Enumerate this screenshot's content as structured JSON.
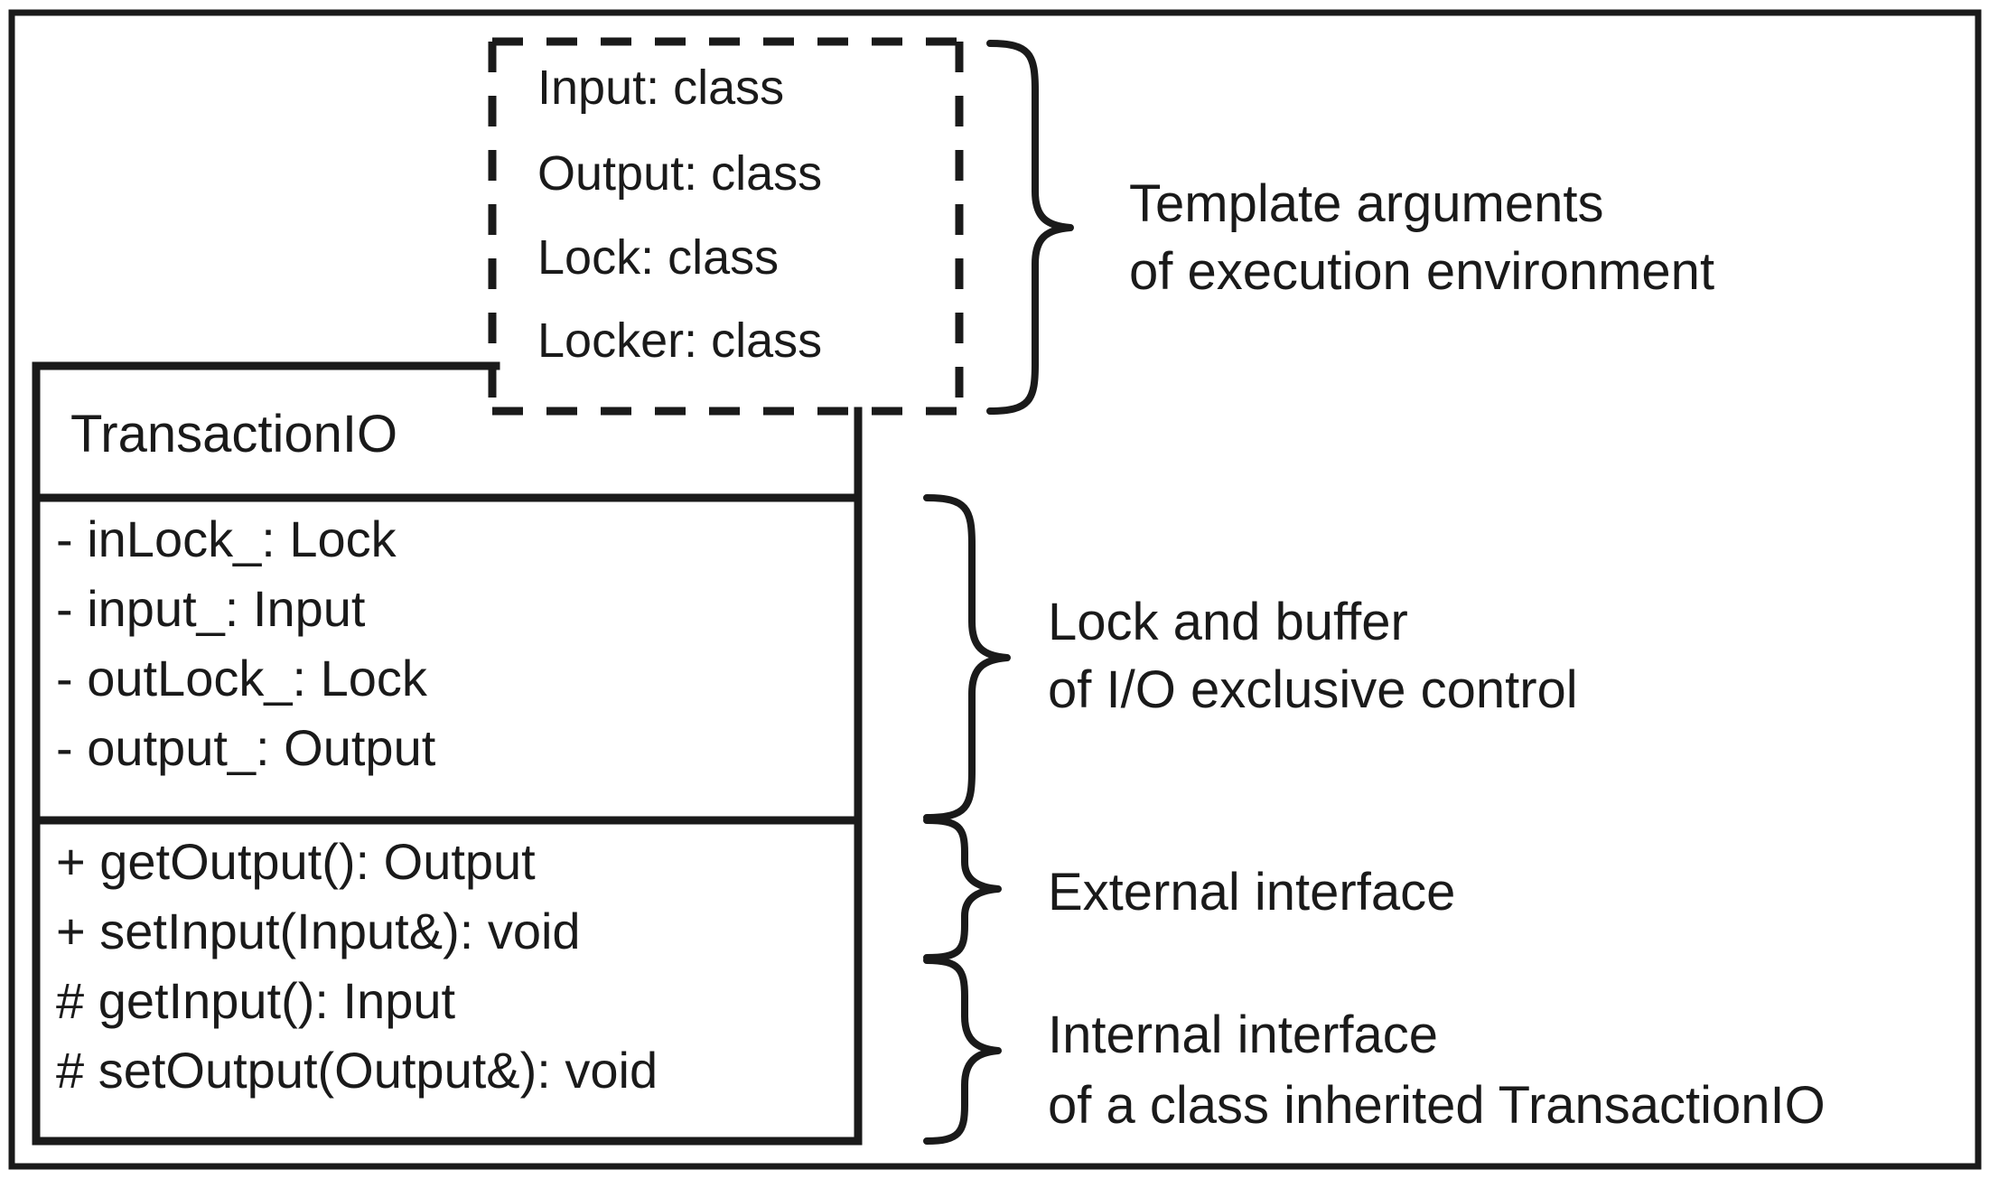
{
  "figure": {
    "kind": "uml-class-diagram",
    "line_color": "#1a1a1a",
    "background_color": "#ffffff"
  },
  "template_parameters": {
    "items": [
      "Input: class",
      "Output: class",
      "Lock: class",
      "Locker: class"
    ]
  },
  "class_box": {
    "name": "TransactionIO",
    "attributes": [
      "- inLock_: Lock",
      "- input_: Input",
      "- outLock_: Lock",
      "- output_: Output"
    ],
    "operations": [
      "+ getOutput(): Output",
      "+ setInput(Input&): void",
      "# getInput(): Input",
      "# setOutput(Output&): void"
    ]
  },
  "annotations": [
    {
      "id": "template-arguments",
      "lines": [
        "Template arguments",
        "of execution environment"
      ]
    },
    {
      "id": "lock-and-buffer",
      "lines": [
        "Lock and buffer",
        "of I/O exclusive control"
      ]
    },
    {
      "id": "external-interface",
      "lines": [
        "External interface"
      ]
    },
    {
      "id": "internal-interface",
      "lines": [
        "Internal interface",
        "of a class inherited TransactionIO"
      ]
    }
  ]
}
